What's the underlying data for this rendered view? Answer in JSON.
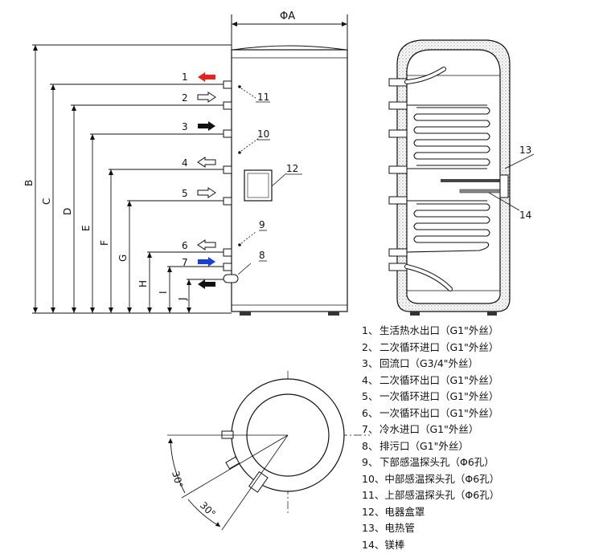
{
  "diagram": {
    "dimension_labels": {
      "diameter": "ΦA",
      "B": "B",
      "C": "C",
      "D": "D",
      "E": "E",
      "F": "F",
      "G": "G",
      "H": "H",
      "I": "I",
      "J": "J"
    },
    "port_numbers": [
      "1",
      "2",
      "3",
      "4",
      "5",
      "6",
      "7",
      "8",
      "9",
      "10",
      "11",
      "12",
      "13",
      "14"
    ],
    "angle_labels": [
      "30°",
      "30°"
    ],
    "arrow_colors": {
      "hot_outlet": "#e8231a",
      "cold_inlet": "#1b3fd6",
      "default": "#111111"
    }
  },
  "legend": [
    {
      "num": "1、",
      "text": "生活热水出口（G1\"外丝）"
    },
    {
      "num": "2、",
      "text": "二次循环进口（G1\"外丝）"
    },
    {
      "num": "3、",
      "text": "回流口（G3/4\"外丝）"
    },
    {
      "num": "4、",
      "text": "二次循环出口（G1\"外丝）"
    },
    {
      "num": "5、",
      "text": "一次循环进口（G1\"外丝）"
    },
    {
      "num": "6、",
      "text": "一次循环出口（G1\"外丝）"
    },
    {
      "num": "7、",
      "text": "冷水进口（G1\"外丝）"
    },
    {
      "num": "8、",
      "text": "排污口（G1\"外丝）"
    },
    {
      "num": "9、",
      "text": "下部感温探头孔（Φ6孔）"
    },
    {
      "num": "10、",
      "text": "中部感温探头孔（Φ6孔）"
    },
    {
      "num": "11、",
      "text": "上部感温探头孔（Φ6孔）"
    },
    {
      "num": "12、",
      "text": "电器盒罩"
    },
    {
      "num": "13、",
      "text": "电热管"
    },
    {
      "num": "14、",
      "text": "镁棒"
    }
  ]
}
